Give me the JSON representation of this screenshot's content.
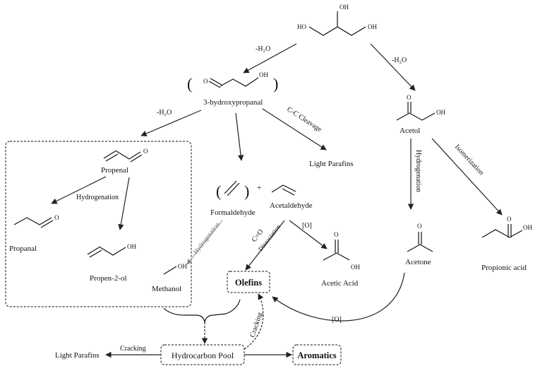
{
  "nodes": {
    "glycerol_oh": [
      "OH",
      "HO",
      "OH"
    ],
    "hydroxypropanal": "3-hydroxypropanal",
    "hydroxypropanal_oh": "OH",
    "hydroxypropanal_o": "O",
    "acetol": "Acetol",
    "acetol_oh": "OH",
    "acetol_o": "O",
    "propenal": "Propenal",
    "propenal_o": "O",
    "propanal": "Propanal",
    "propanal_o": "O",
    "propen2ol": "Propen-2-ol",
    "propen2ol_oh": "OH",
    "formaldehyde": "Formaldehyde",
    "acetaldehyde": "Acetaldehyde",
    "plus": "+",
    "light_parafins_top": "Light Parafins",
    "acetone": "Acetone",
    "acetone_o": "O",
    "propionic_acid": "Propionic acid",
    "propionic_oh": "OH",
    "propionic_o": "O",
    "acetic_acid": "Acetic Acid",
    "acetic_oh": "OH",
    "acetic_o": "O",
    "methanol": "Methanol",
    "methanol_oh": "OH",
    "olefins": "Olefins",
    "hydrocarbon_pool": "Hydrocarbon Pool",
    "aromatics": "Aromatics",
    "light_parafins_bottom": "Light Parafins"
  },
  "conditions": {
    "dehydration_left": "-H₂O",
    "dehydration_right": "-H₂O",
    "dehydration_propenal": "-H₂O",
    "cc_cleavage": "C-C Cleavage",
    "hydrogenation_left": "Hydrogenation",
    "hydrogenation_acetol": "Hydrogenation",
    "isomerization": "Isomerization",
    "hydrogenation_methanol": "Hydrogenation",
    "co_dissociation": "C=O",
    "dissociation": "Dissociation",
    "oxidation_acetic": "[O]",
    "oxidation_acetone": "[O]",
    "cracking_bottom": "Cracking",
    "cracking_vertical": "Cracking"
  }
}
